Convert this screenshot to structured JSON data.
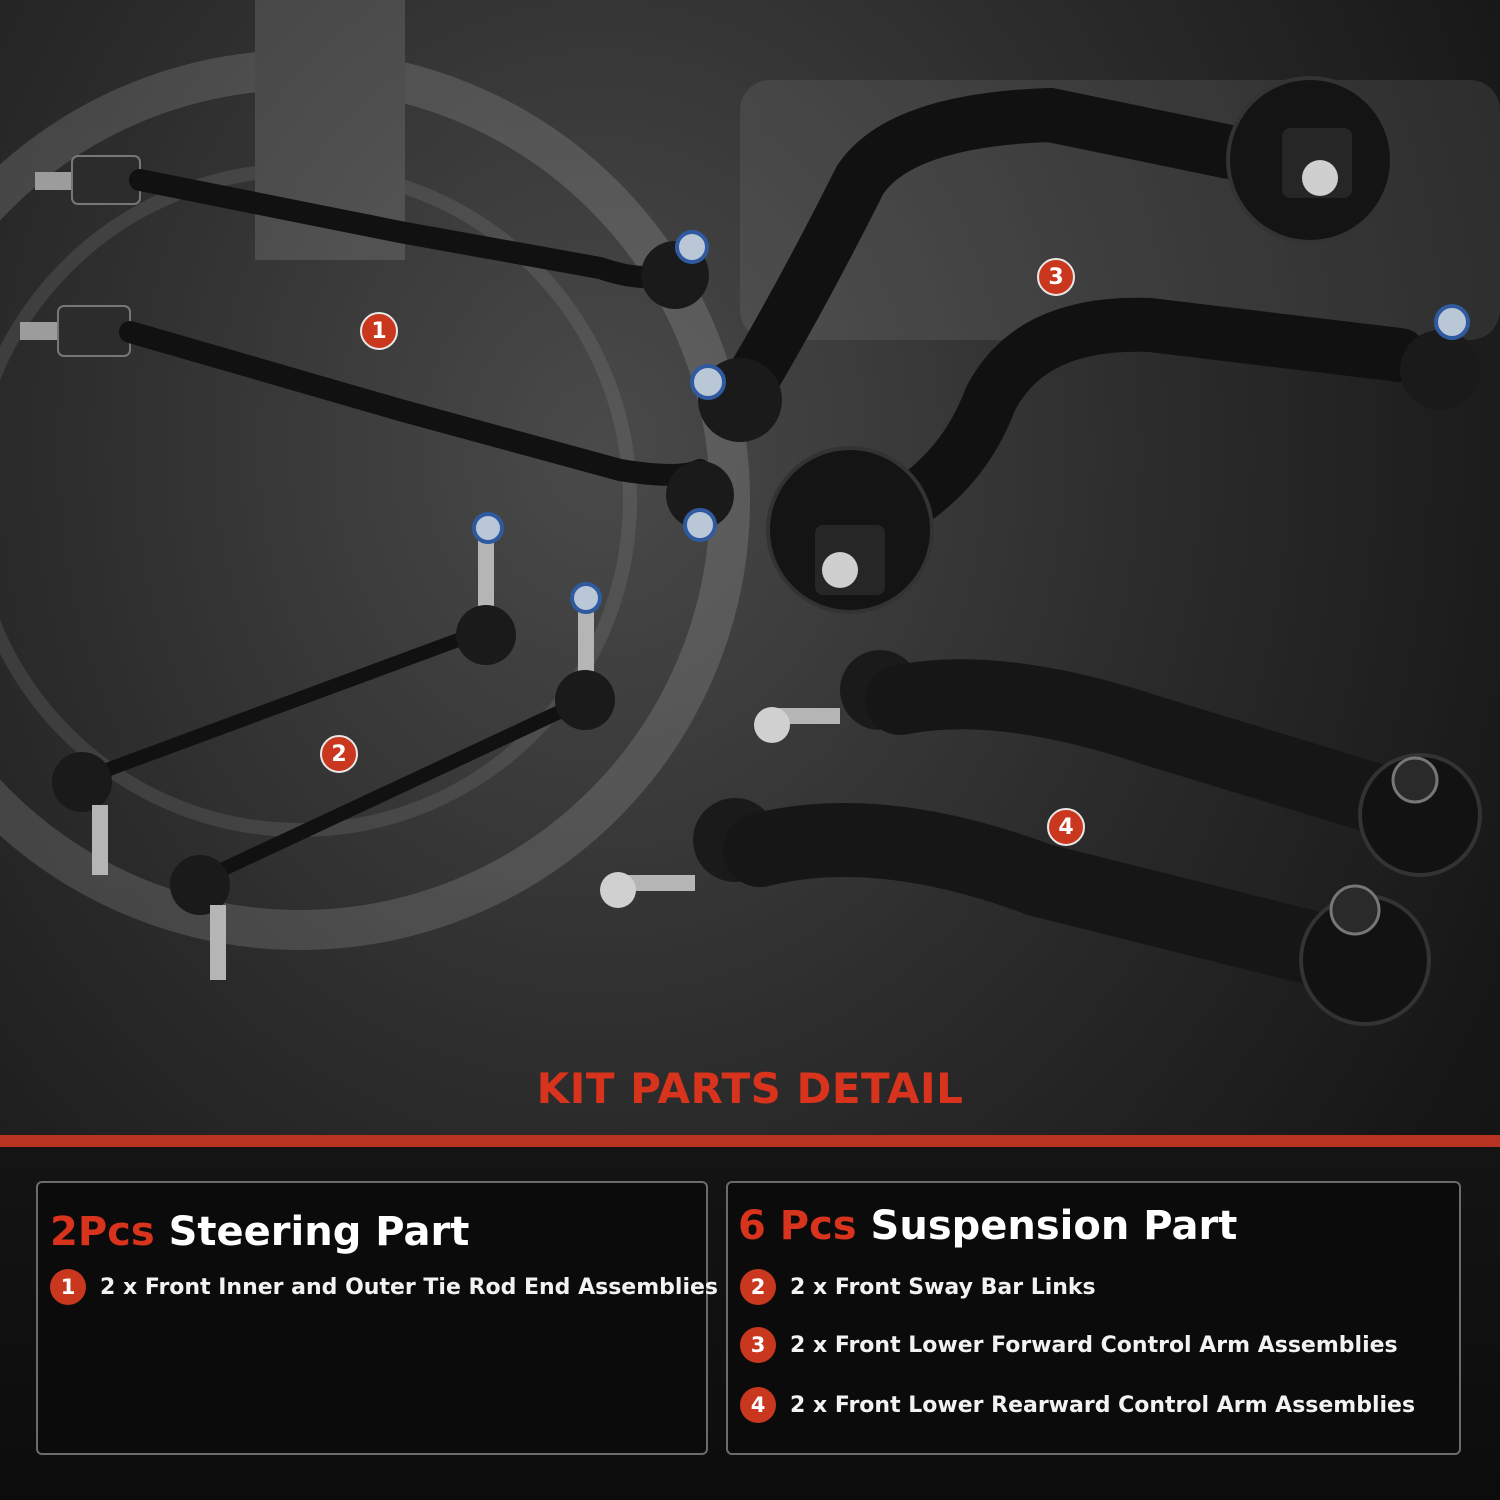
{
  "markers": {
    "m1": "1",
    "m2": "2",
    "m3": "3",
    "m4": "4"
  },
  "heading": "KIT PARTS DETAIL",
  "steering": {
    "count": "2Pcs",
    "title": "Steering Part",
    "items": [
      {
        "num": "1",
        "text": "2 x Front Inner and Outer Tie Rod End Assemblies"
      }
    ]
  },
  "suspension": {
    "count": "6 Pcs",
    "title": "Suspension Part",
    "items": [
      {
        "num": "2",
        "text": "2 x Front Sway Bar Links"
      },
      {
        "num": "3",
        "text": "2 x Front Lower Forward Control Arm Assemblies"
      },
      {
        "num": "4",
        "text": "2 x Front Lower Rearward Control Arm Assemblies"
      }
    ]
  },
  "colors": {
    "accent": "#d8331c",
    "marker": "#c9371f",
    "panel_border": "#6b6b6b"
  }
}
